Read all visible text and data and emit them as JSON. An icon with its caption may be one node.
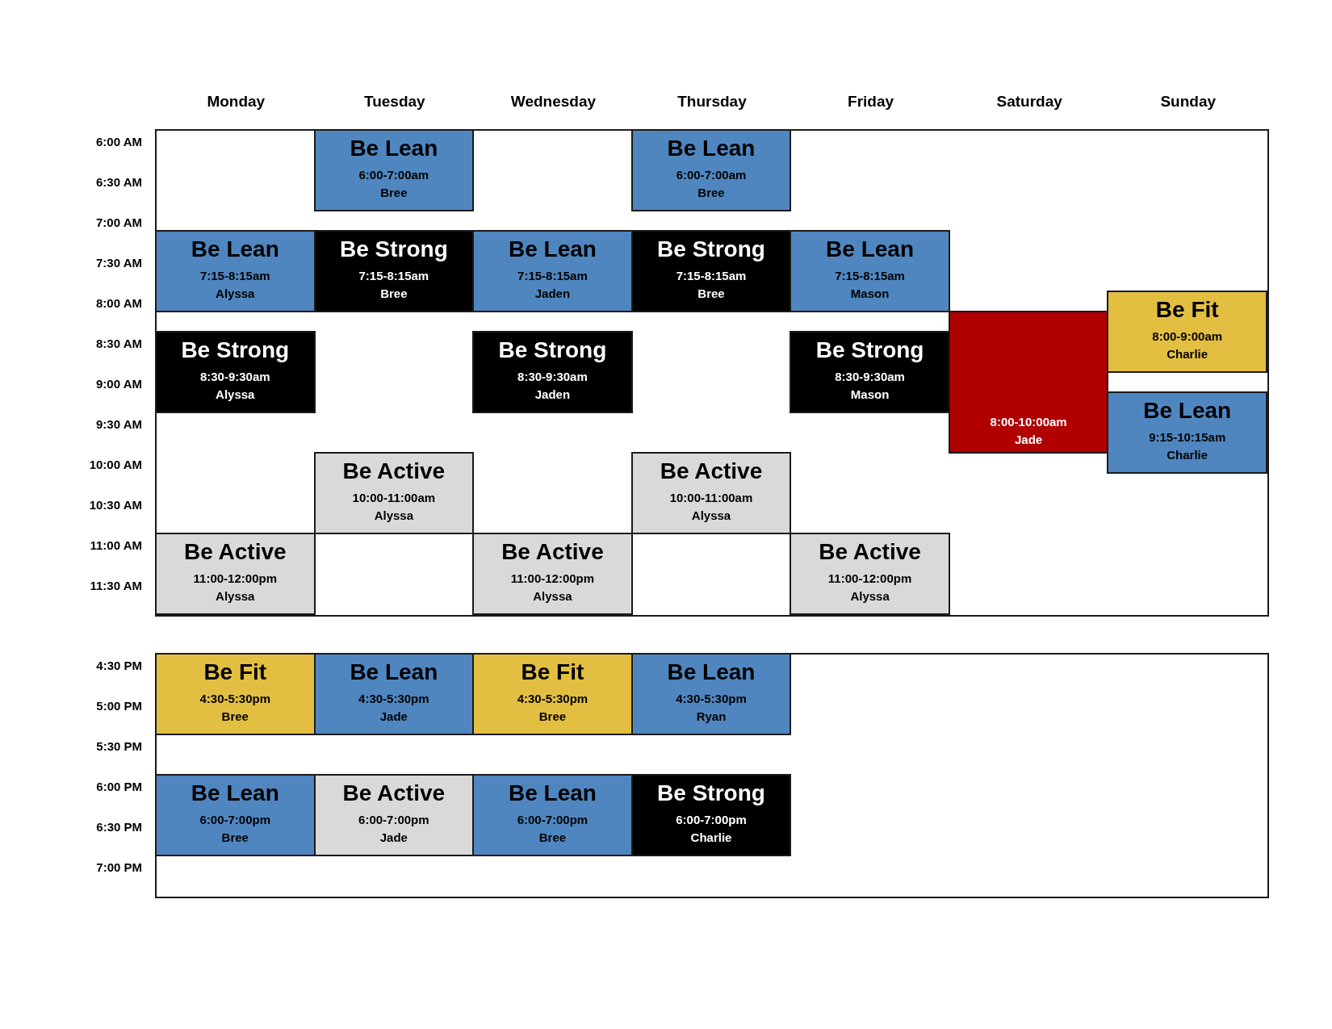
{
  "diagram": {
    "nodes": [
      {
        "text": [],
        "shape": "box"
      },
      {
        "text": [
          "Be Lean",
          "6:00-7:00am",
          "Bree"
        ],
        "in": 0
      },
      {
        "text": [
          "Be Lean",
          "6:00-7:00am",
          "Bree"
        ],
        "in": 0
      },
      {
        "text": [
          "Be Lean",
          "7:15-8:15am",
          "Alyssa"
        ],
        "in": 0
      },
      {
        "text": [
          "Be Strong",
          "7:15-8:15am",
          "Bree"
        ],
        "in": 0
      },
      {
        "text": [
          "Be Lean",
          "7:15-8:15am",
          "Jaden"
        ],
        "in": 0
      },
      {
        "text": [
          "Be Strong",
          "7:15-8:15am",
          "Bree"
        ],
        "in": 0
      },
      {
        "text": [
          "Be Lean",
          "7:15-8:15am",
          "Mason"
        ],
        "in": 0
      },
      {
        "text": [
          "Be Fit",
          "8:00-9:00am",
          "Charlie"
        ],
        "in": 0
      },
      {
        "text": [
          "8:00-10:00am",
          "Jade"
        ],
        "in": 0
      },
      {
        "text": [
          "Be Strong",
          "8:30-9:30am",
          "Alyssa"
        ],
        "in": 0
      },
      {
        "text": [
          "Be Strong",
          "8:30-9:30am",
          "Jaden"
        ],
        "in": 0
      },
      {
        "text": [
          "Be Strong",
          "8:30-9:30am",
          "Mason"
        ],
        "in": 0
      },
      {
        "text": [
          "Be Lean",
          "9:15-10:15am",
          "Charlie"
        ],
        "in": 0
      },
      {
        "text": [
          "Be Active",
          "10:00-11:00am",
          "Alyssa"
        ],
        "in": 0
      },
      {
        "text": [
          "Be Active",
          "10:00-11:00am",
          "Alyssa"
        ],
        "in": 0
      },
      {
        "text": [
          "Be Active",
          "11:00-12:00pm",
          "Alyssa"
        ],
        "in": 0
      },
      {
        "text": [
          "Be Active",
          "11:00-12:00pm",
          "Alyssa"
        ],
        "in": 0
      },
      {
        "text": [
          "Be Active",
          "11:00-12:00pm",
          "Alyssa"
        ],
        "in": 0
      },
      {
        "text": [],
        "shape": "box"
      },
      {
        "text": [
          "Be Fit",
          "4:30-5:30pm",
          "Bree"
        ],
        "in": 19
      },
      {
        "text": [
          "Be Lean",
          "4:30-5:30pm",
          "Jade"
        ],
        "in": 19
      },
      {
        "text": [
          "Be Fit",
          "4:30-5:30pm",
          "Bree"
        ],
        "in": 19
      },
      {
        "text": [
          "Be Lean",
          "4:30-5:30pm",
          "Ryan"
        ],
        "in": 19
      },
      {
        "text": [
          "Be Lean",
          "6:00-7:00pm",
          "Bree"
        ],
        "in": 19
      },
      {
        "text": [
          "Be Active",
          "6:00-7:00pm",
          "Jade"
        ],
        "in": 19
      },
      {
        "text": [
          "Be Lean",
          "6:00-7:00pm",
          "Bree"
        ],
        "in": 19
      },
      {
        "text": [
          "Be Strong",
          "6:00-7:00pm",
          "Charlie"
        ],
        "in": 19
      }
    ],
    "labels": [
      "Monday",
      "Tuesday",
      "Wednesday",
      "Thursday",
      "Friday",
      "Saturday",
      "Sunday",
      "6:00 AM",
      "6:30 AM",
      "7:00 AM",
      "7:30 AM",
      "8:00 AM",
      "8:30 AM",
      "9:00 AM",
      "9:30 AM",
      "10:00 AM",
      "10:30 AM",
      "11:00 AM",
      "11:30 AM",
      "4:30 PM",
      "5:00 PM",
      "5:30 PM",
      "6:00 PM",
      "6:30 PM",
      "7:00 PM"
    ]
  }
}
